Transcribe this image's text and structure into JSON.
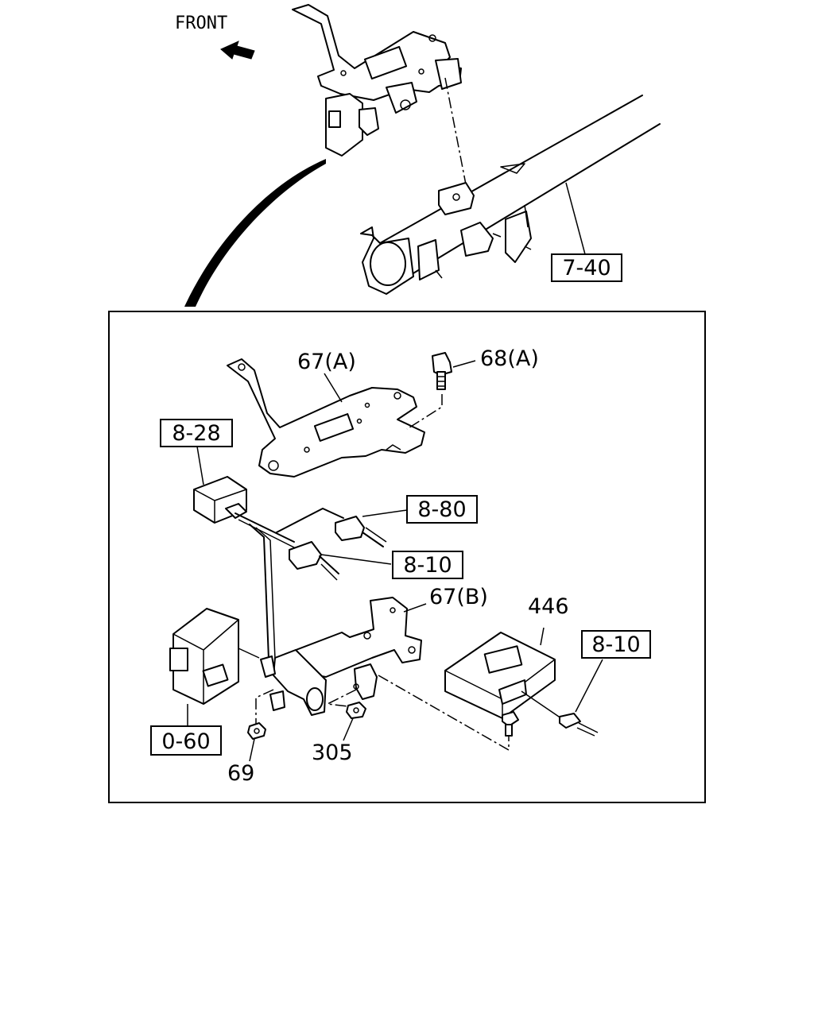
{
  "orientation": {
    "front_label": "FRONT"
  },
  "callouts": {
    "ref_7_40": "7-40",
    "bracket_67a": "67(A)",
    "bolt_68a": "68(A)",
    "ref_8_28": "8-28",
    "ref_8_80": "8-80",
    "ref_8_10_left": "8-10",
    "bracket_67b": "67(B)",
    "module_446": "446",
    "ref_8_10_right": "8-10",
    "ref_0_60": "0-60",
    "nut_69": "69",
    "nut_305": "305"
  }
}
